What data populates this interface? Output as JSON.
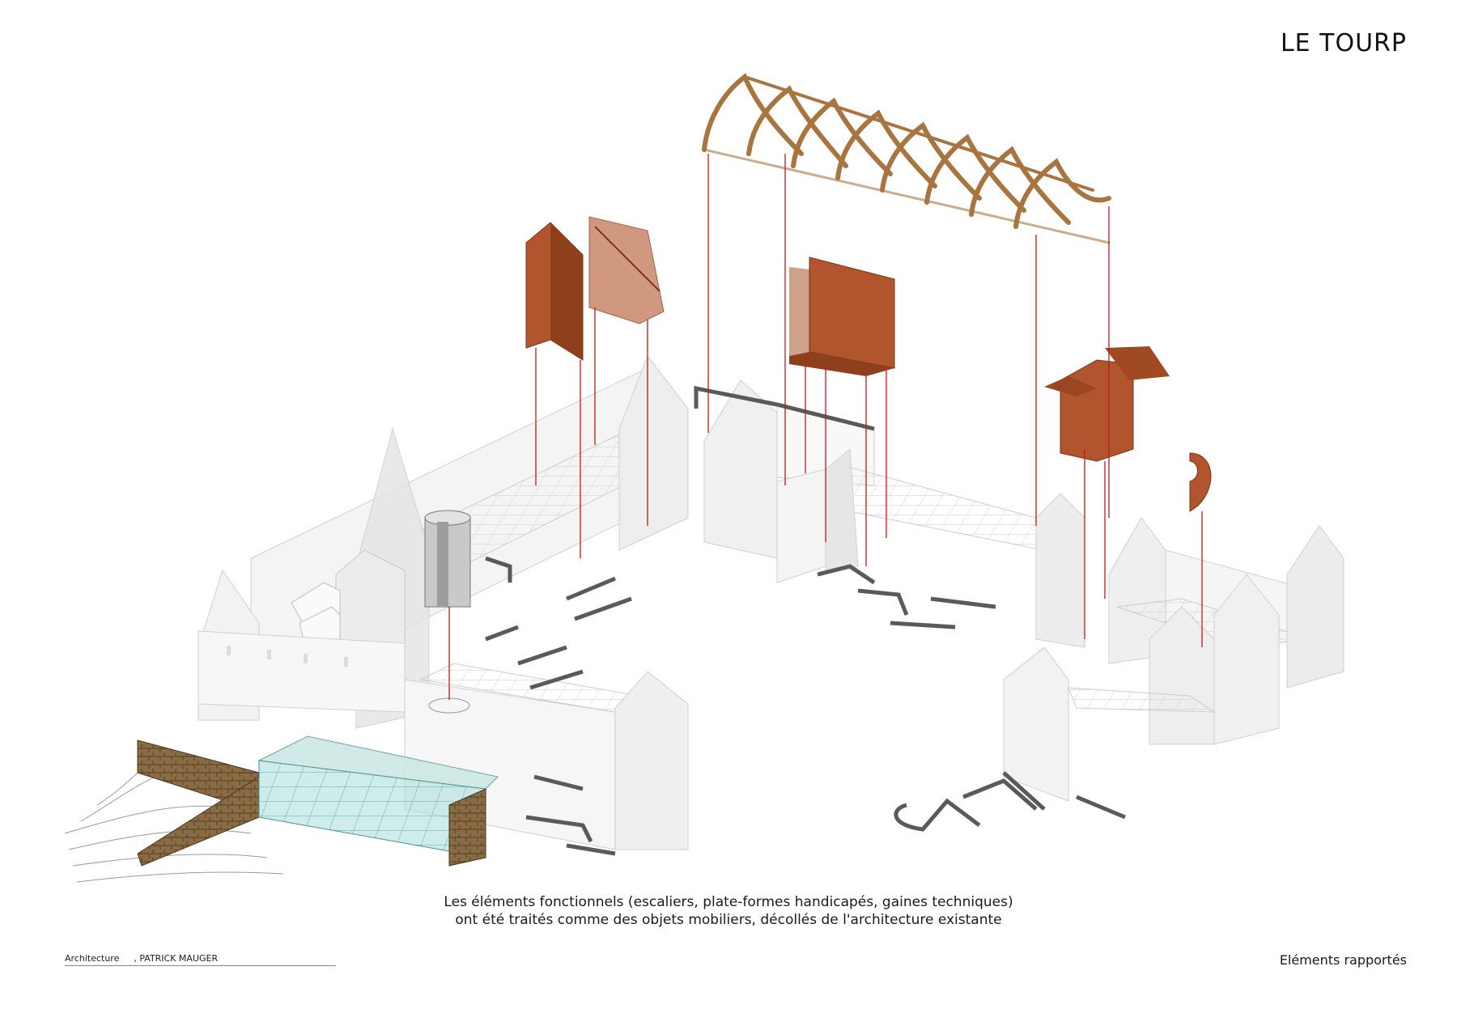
{
  "title": "LE TOURP",
  "caption": {
    "line1": "Les éléments fonctionnels (escaliers, plate-formes handicapés, gaines techniques)",
    "line2": "ont été traités comme des objets mobiliers, décollés de l'architecture existante"
  },
  "credits": {
    "label": "Architecture",
    "name": ", PATRICK MAUGER"
  },
  "footer": {
    "subtitle": "Eléments rapportés"
  },
  "colors": {
    "wall": "#f2f2f2",
    "wall_shade": "#d6d6d6",
    "floor_line": "#cfcfcf",
    "wood": "#b0552d",
    "timber": "#b8864f",
    "leader": "#c0181b",
    "plan": "#5a5a5a",
    "glass": "#8fd0cc"
  }
}
